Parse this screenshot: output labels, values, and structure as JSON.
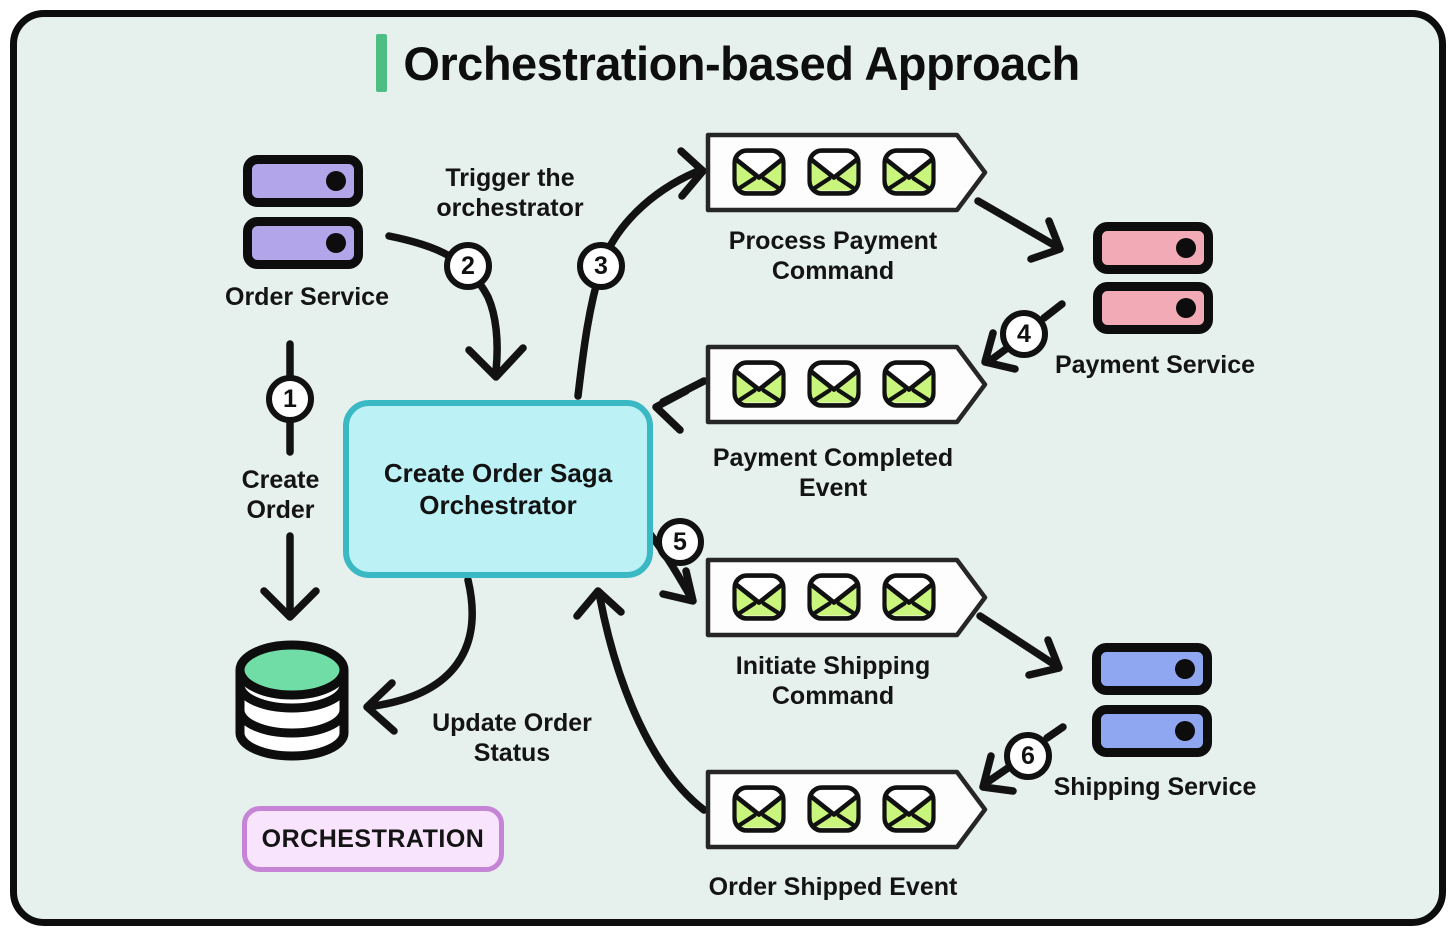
{
  "title": {
    "text": "Orchestration-based Approach"
  },
  "colors": {
    "background": "#e6f0ec",
    "frame_border": "#0d0d0d",
    "title_accent_bar": "#4fbe85",
    "order_service_fill": "#b3a5ea",
    "payment_service_fill": "#f2aab6",
    "shipping_service_fill": "#8fa7f0",
    "orchestrator_fill": "#bcf1f5",
    "orchestrator_border": "#3ab8c4",
    "database_top": "#6fdda5",
    "envelope_body": "#c9f57d",
    "badge_fill": "#f8e4fc",
    "badge_border": "#c584d6",
    "arrow": "#121212"
  },
  "services": {
    "order": {
      "label": "Order Service"
    },
    "payment": {
      "label": "Payment Service"
    },
    "shipping": {
      "label": "Shipping Service"
    }
  },
  "orchestrator": {
    "line1": "Create Order Saga",
    "line2": "Orchestrator"
  },
  "queues": {
    "process_payment": {
      "line1": "Process Payment",
      "line2": "Command",
      "envelope_count": 3
    },
    "payment_completed": {
      "line1": "Payment Completed",
      "line2": "Event",
      "envelope_count": 3
    },
    "initiate_shipping": {
      "line1": "Initiate Shipping",
      "line2": "Command",
      "envelope_count": 3
    },
    "order_shipped": {
      "label": "Order Shipped Event",
      "envelope_count": 3
    }
  },
  "edge_labels": {
    "trigger": {
      "line1": "Trigger the",
      "line2": "orchestrator"
    },
    "create_order": {
      "line1": "Create",
      "line2": "Order"
    },
    "update_status": {
      "line1": "Update Order",
      "line2": "Status"
    }
  },
  "steps": {
    "s1": "1",
    "s2": "2",
    "s3": "3",
    "s4": "4",
    "s5": "5",
    "s6": "6"
  },
  "badge": {
    "label": "ORCHESTRATION"
  }
}
